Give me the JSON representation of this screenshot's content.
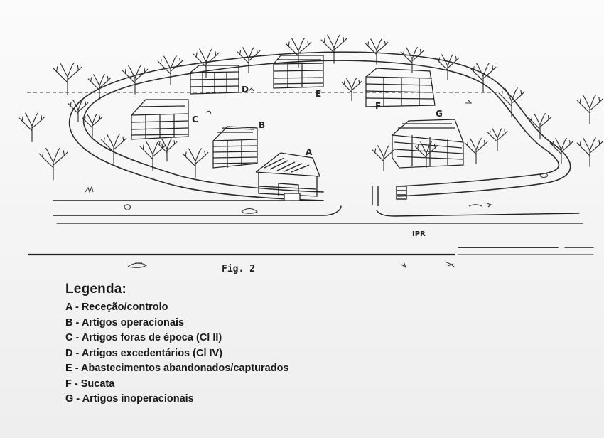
{
  "diagram": {
    "buildings": [
      {
        "letter": "A"
      },
      {
        "letter": "B"
      },
      {
        "letter": "C"
      },
      {
        "letter": "D"
      },
      {
        "letter": "E"
      },
      {
        "letter": "F"
      },
      {
        "letter": "G"
      }
    ],
    "road_label": "IPR",
    "caption": "Fig. 2"
  },
  "legend": {
    "title": "Legenda:",
    "items": [
      "A - Receção/controlo",
      "B - Artigos operacionais",
      "C - Artigos foras de época (Cl II)",
      "D - Artigos excedentários (Cl IV)",
      "E - Abastecimentos abandonados/capturados",
      "F - Sucata",
      "G - Artigos inoperacionais"
    ]
  }
}
